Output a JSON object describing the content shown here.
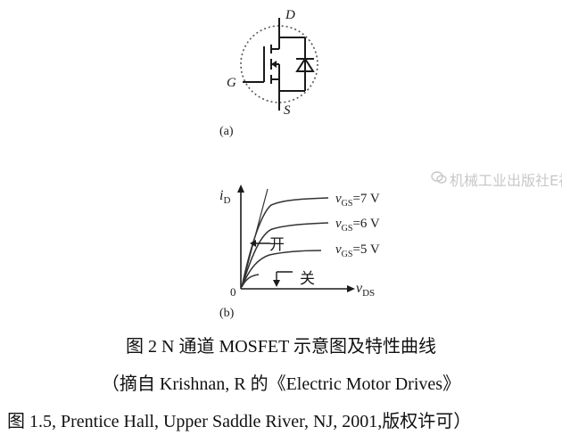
{
  "figure_a": {
    "label": "(a)",
    "terminals": {
      "drain": "D",
      "gate": "G",
      "source": "S"
    }
  },
  "figure_b": {
    "label": "(b)",
    "y_axis_label_main": "i",
    "y_axis_label_sub": "D",
    "x_axis_label_main": "v",
    "x_axis_label_sub": "DS",
    "origin_label": "0",
    "region_on": "开",
    "region_off": "关",
    "curve_labels": [
      {
        "var": "v",
        "sub": "GS",
        "value": "=7 V"
      },
      {
        "var": "v",
        "sub": "GS",
        "value": "=6 V"
      },
      {
        "var": "v",
        "sub": "GS",
        "value": "=5 V"
      }
    ]
  },
  "chart_data": {
    "type": "line",
    "title": "",
    "xlabel": "vDS",
    "ylabel": "iD",
    "series": [
      {
        "name": "vGS=7 V"
      },
      {
        "name": "vGS=6 V"
      },
      {
        "name": "vGS=5 V"
      }
    ]
  },
  "caption": {
    "line1": "图 2 N 通道 MOSFET 示意图及特性曲线",
    "line2": "（摘自 Krishnan, R 的《Electric Motor Drives》",
    "line3": "图 1.5, Prentice Hall, Upper Saddle River, NJ, 2001,版权许可）"
  },
  "watermark": {
    "text": "机械工业出版社E视界"
  }
}
